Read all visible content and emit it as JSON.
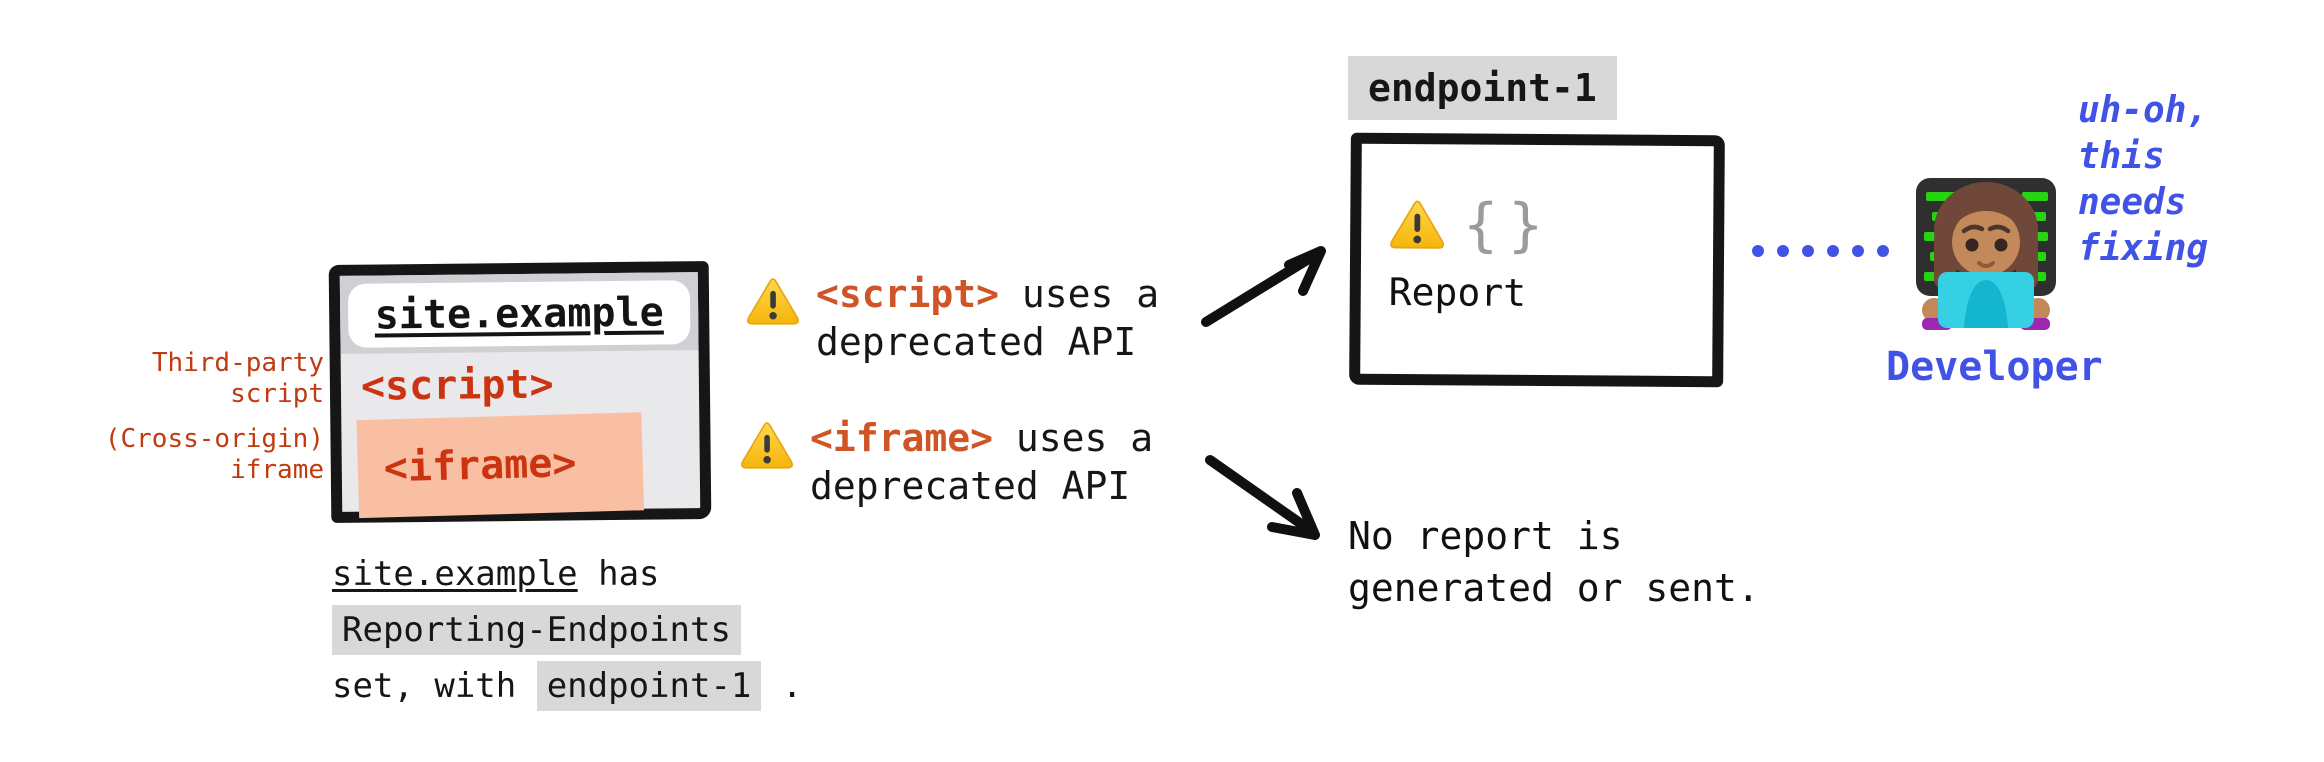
{
  "colors": {
    "ink": "#161616",
    "red_label": "#c23a10",
    "tag_red": "#cc3310",
    "warning_tag_red": "#cf5526",
    "blue": "#4153e6",
    "code_highlight": "#d8d8d8",
    "iframe_highlight": "#f8bfa3",
    "window_body": "#e9e9eb",
    "window_titlebar": "#cfcfd4",
    "brace_gray": "#9b9b9b",
    "warning_yellow": "#fcc21b"
  },
  "side_labels": [
    {
      "line1": "Third-party",
      "line2": "script"
    },
    {
      "line1": "(Cross-origin)",
      "line2": "iframe"
    }
  ],
  "browser_window": {
    "url": "site.example",
    "script_tag": "<script>",
    "iframe_tag": "<iframe>"
  },
  "caption": {
    "site": "site.example",
    "has": " has",
    "header_name": "Reporting-Endpoints",
    "set_with": "set, with ",
    "endpoint": "endpoint-1",
    "period": " ."
  },
  "warnings": [
    {
      "tag": "<script>",
      "rest": " uses a",
      "line2": "deprecated API"
    },
    {
      "tag": "<iframe>",
      "rest": " uses a",
      "line2": "deprecated API"
    }
  ],
  "endpoint_box": {
    "label": "endpoint-1",
    "braces": "{}",
    "report": "Report"
  },
  "no_report": {
    "line1": "No report is",
    "line2": "generated or sent."
  },
  "developer": {
    "thought_lines": [
      "uh-oh,",
      "this",
      "needs",
      "fixing"
    ],
    "label": "Developer"
  },
  "icons": {
    "warning": "warning-triangle",
    "developer": "woman-technologist-emoji",
    "connector": "blue-dotted-line"
  }
}
